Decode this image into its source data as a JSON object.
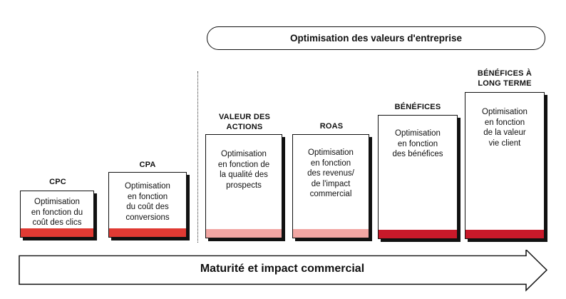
{
  "top_banner": {
    "label": "Optimisation des valeurs d'entreprise"
  },
  "stages": [
    {
      "title": "CPC",
      "text": "Optimisation\nen fonction du\ncoût des clics",
      "bar_color": "#e03a33"
    },
    {
      "title": "CPA",
      "text": "Optimisation\nen fonction\ndu coût des\nconversions",
      "bar_color": "#e03a33"
    },
    {
      "title": "VALEUR DES\nACTIONS",
      "text": "Optimisation\nen fonction de\nla qualité des\nprospects",
      "bar_color": "#f2a6a3"
    },
    {
      "title": "ROAS",
      "text": "Optimisation\nen fonction\ndes revenus/\nde l'impact\ncommercial",
      "bar_color": "#f2a6a3"
    },
    {
      "title": "BÉNÉFICES",
      "text": "Optimisation\nen fonction\ndes bénéfices",
      "bar_color": "#c8192a"
    },
    {
      "title": "BÉNÉFICES À\nLONG TERME",
      "text": "Optimisation\nen fonction\nde la valeur\nvie client",
      "bar_color": "#c8192a"
    }
  ],
  "bottom_arrow": {
    "label": "Maturité et impact commercial"
  }
}
